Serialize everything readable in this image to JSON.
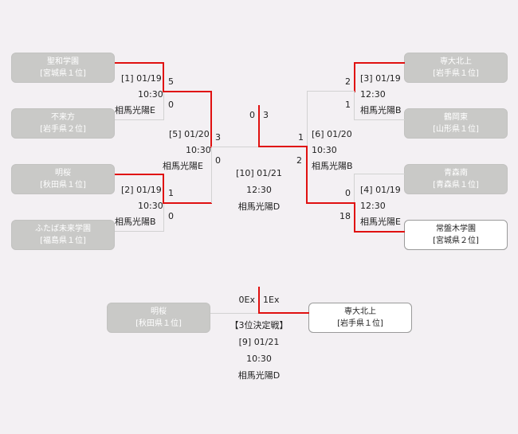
{
  "teams": {
    "t1": {
      "name": "聖和学園",
      "pref": "[宮城県１位]"
    },
    "t2": {
      "name": "不来方",
      "pref": "[岩手県２位]"
    },
    "t3": {
      "name": "明桜",
      "pref": "[秋田県１位]"
    },
    "t4": {
      "name": "ふたば未来学園",
      "pref": "[福島県１位]"
    },
    "t5": {
      "name": "専大北上",
      "pref": "[岩手県１位]"
    },
    "t6": {
      "name": "鶴岡東",
      "pref": "[山形県１位]"
    },
    "t7": {
      "name": "青森南",
      "pref": "[青森県１位]"
    },
    "t8": {
      "name": "常盤木学園",
      "pref": "[宮城県２位]"
    },
    "t9": {
      "name": "明桜",
      "pref": "[秋田県１位]"
    },
    "t10": {
      "name": "専大北上",
      "pref": "[岩手県１位]"
    }
  },
  "matches": {
    "m1": {
      "no": "[1] 01/19",
      "time": "10:30",
      "venue": "相馬光陽E",
      "score_top": "5",
      "score_bottom": "0"
    },
    "m2": {
      "no": "[2] 01/19",
      "time": "10:30",
      "venue": "相馬光陽B",
      "score_top": "1",
      "score_bottom": "0"
    },
    "m3": {
      "no": "[3] 01/19",
      "time": "12:30",
      "venue": "相馬光陽B",
      "score_top": "2",
      "score_bottom": "1"
    },
    "m4": {
      "no": "[4] 01/19",
      "time": "12:30",
      "venue": "相馬光陽E",
      "score_top": "0",
      "score_bottom": "18"
    },
    "m5": {
      "no": "[5] 01/20",
      "time": "10:30",
      "venue": "相馬光陽E",
      "score_top": "3",
      "score_bottom": "0"
    },
    "m6": {
      "no": "[6] 01/20",
      "time": "10:30",
      "venue": "相馬光陽B",
      "score_top": "1",
      "score_bottom": "2"
    },
    "m10": {
      "no": "[10] 01/21",
      "time": "12:30",
      "venue": "相馬光陽D",
      "score_left": "0",
      "score_right": "3"
    },
    "m9": {
      "label": "【3位決定戦】",
      "no": "[9] 01/21",
      "time": "10:30",
      "venue": "相馬光陽D",
      "score_left": "0Ex",
      "score_right": "1Ex"
    }
  },
  "colors": {
    "win_line": "#e01010",
    "lose_line": "#d2d2d2",
    "lost_box": "#c9c9c7"
  }
}
